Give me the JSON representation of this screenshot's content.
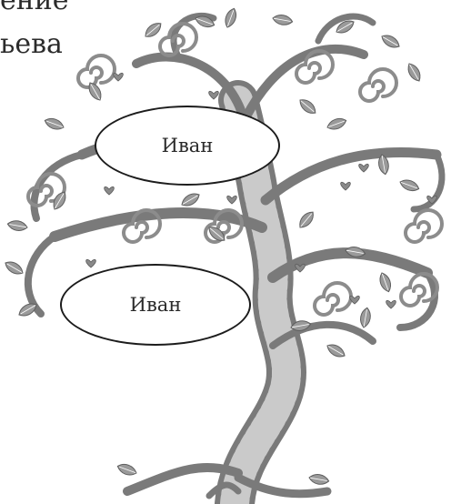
{
  "header": {
    "line1": "ение",
    "line2": "ьева"
  },
  "tree": {
    "nodes": [
      {
        "name": "Иван"
      },
      {
        "name": "Иван"
      }
    ]
  },
  "colors": {
    "ink": "#7a7a7a",
    "outline": "#1c1c1c",
    "background": "#ffffff"
  },
  "icons": [
    "tree-icon",
    "heart-icon",
    "leaf-icon",
    "swirl-icon"
  ]
}
